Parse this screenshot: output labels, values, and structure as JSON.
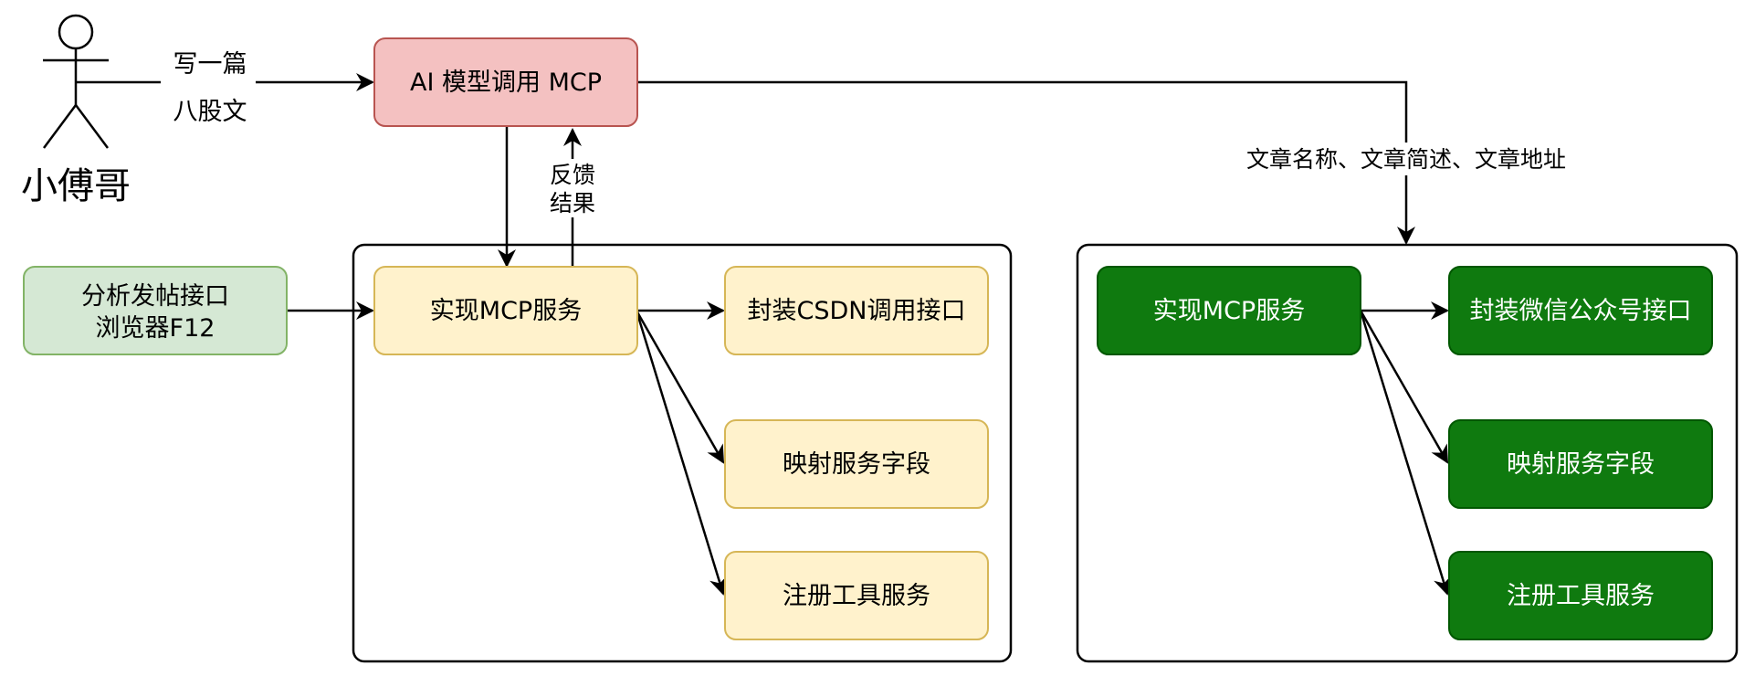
{
  "actor": {
    "name": "小傅哥"
  },
  "edge_labels": {
    "request_line1": "写一篇",
    "request_line2": "八股文",
    "feedback_line1": "反馈",
    "feedback_line2": "结果",
    "output": "文章名称、文章简述、文章地址"
  },
  "nodes": {
    "ai_model": "AI 模型调用 MCP",
    "analyze_line1": "分析发帖接口",
    "analyze_line2": "浏览器F12",
    "csdn_mcp": "实现MCP服务",
    "csdn_wrap": "封装CSDN调用接口",
    "csdn_map": "映射服务字段",
    "csdn_register": "注册工具服务",
    "wx_mcp": "实现MCP服务",
    "wx_wrap": "封装微信公众号接口",
    "wx_map": "映射服务字段",
    "wx_register": "注册工具服务"
  },
  "colors": {
    "ai_fill": "#f4c1c1",
    "ai_stroke": "#b85450",
    "analyze_fill": "#d5e8d4",
    "analyze_stroke": "#82b366",
    "yellow_fill": "#fff2cc",
    "yellow_stroke": "#d6b656",
    "green_fill": "#0f7a0f",
    "green_stroke": "#005700",
    "line": "#000000"
  }
}
